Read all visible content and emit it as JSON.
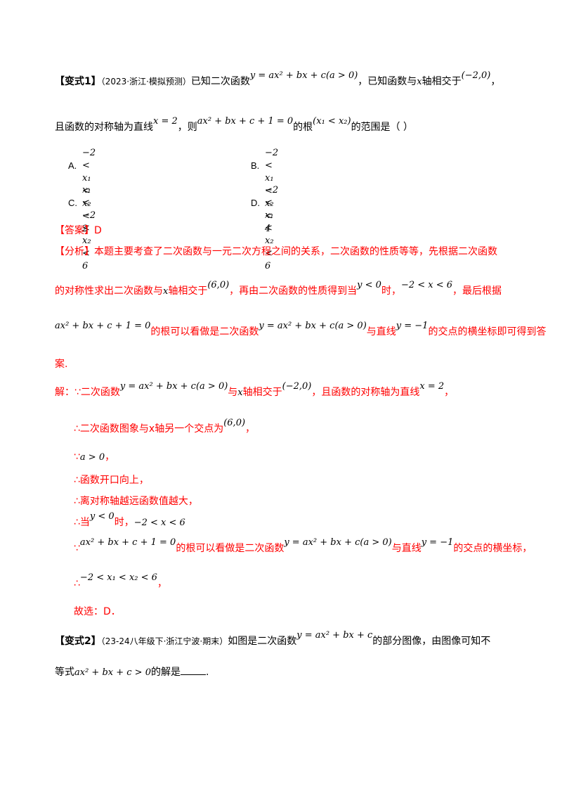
{
  "v1": {
    "tag": "【变式1】",
    "source": "（2023·浙江·模拟预测）",
    "t1": "已知二次函数",
    "m_func": "y = ax² + bx + c(a > 0)",
    "t2": "，已知函数与",
    "x": "x",
    "t3": "轴相交于",
    "m_point": "(−2,0)",
    "t4": "，",
    "t5": "且函数的对称轴为直线",
    "m_axis": "x = 2",
    "t6": "，则",
    "m_eq": "ax² + bx + c + 1 = 0",
    "t7": "的根",
    "m_roots": "(x₁ < x₂)",
    "t8": "的范围是（    ）",
    "options": [
      {
        "letter": "A.",
        "expr": "−2 < x₁ < x₂ < 2"
      },
      {
        "letter": "B.",
        "expr": "−2 < x₁ < x₂ < 4"
      },
      {
        "letter": "C.",
        "expr": "x₁ < −2 < x₂ < 6"
      },
      {
        "letter": "D.",
        "expr": "−2 < x₁ < x₂ < 6"
      }
    ]
  },
  "answer": {
    "label": "【答案】",
    "value": "D"
  },
  "analysis": {
    "label": "【分析】",
    "l1": "本题主要考查了二次函数与一元二次方程之间的关系，二次函数的性质等等，先根据二次函数",
    "l2a": "的对称性求出二次函数与",
    "x": "x",
    "l2b": "轴相交于",
    "m_p60": "(6,0)",
    "l2c": "，再由二次函数的性质得到当",
    "m_y0": "y < 0",
    "l2d": "时，",
    "m_range": "−2 < x < 6",
    "l2e": "，最后根据",
    "m_eq": "ax² + bx + c + 1 = 0",
    "l3a": "的根可以看做是二次函数",
    "m_func": "y = ax² + bx + c(a > 0)",
    "l3b": "与直线",
    "m_line": "y = −1",
    "l3c": "的交点的横坐标即可得到答",
    "l4": "案."
  },
  "solution": {
    "s1a": "解：∵二次函数",
    "m_func": "y = ax² + bx + c(a > 0)",
    "s1b": "与",
    "x": "x",
    "s1c": "轴相交于",
    "m_point": "(−2,0)",
    "s1d": "，且函数的对称轴为直线",
    "m_axis": "x = 2",
    "s1e": "，",
    "s2a": "∴二次函数图象与",
    "s2x": "x",
    "s2b": "轴另一个交点为",
    "m_p60": "(6,0)",
    "s2c": "，",
    "s3a": "∵",
    "m_a0": "a > 0",
    "s3b": "，",
    "s4": "∴函数开口向上，",
    "s5": "∴离对称轴越远函数值越大，",
    "s6a": "∴当",
    "m_y0": "y < 0",
    "s6b": "时，",
    "m_range": "−2 < x < 6",
    "s7a": "∵",
    "m_eq": "ax² + bx + c + 1 = 0",
    "s7b": "的根可以看做是二次函数",
    "s7c": "与直线",
    "m_line": "y = −1",
    "s7d": "的交点的横坐标，",
    "s8a": "∴",
    "m_res": "−2 < x₁ < x₂ < 6",
    "s8b": "，",
    "s9": "故选：D．"
  },
  "v2": {
    "tag": "【变式2】",
    "source": "（23-24八年级下·浙江宁波·期末）",
    "t1": "如图是二次函数",
    "m_func": "y = ax² + bx + c",
    "t2": "的部分图像，由图像可知不",
    "t3": "等式",
    "m_ineq": "ax² + bx + c > 0",
    "t4": "的解是",
    "t5": "."
  }
}
